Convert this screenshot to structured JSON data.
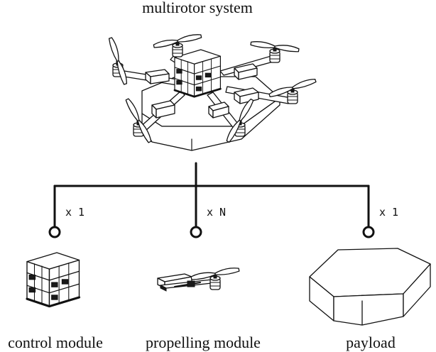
{
  "title": "multirotor system",
  "modules": [
    {
      "label": "control module",
      "multiplicity": "x 1"
    },
    {
      "label": "propelling module",
      "multiplicity": "x N"
    },
    {
      "label": "payload",
      "multiplicity": "x 1"
    }
  ]
}
